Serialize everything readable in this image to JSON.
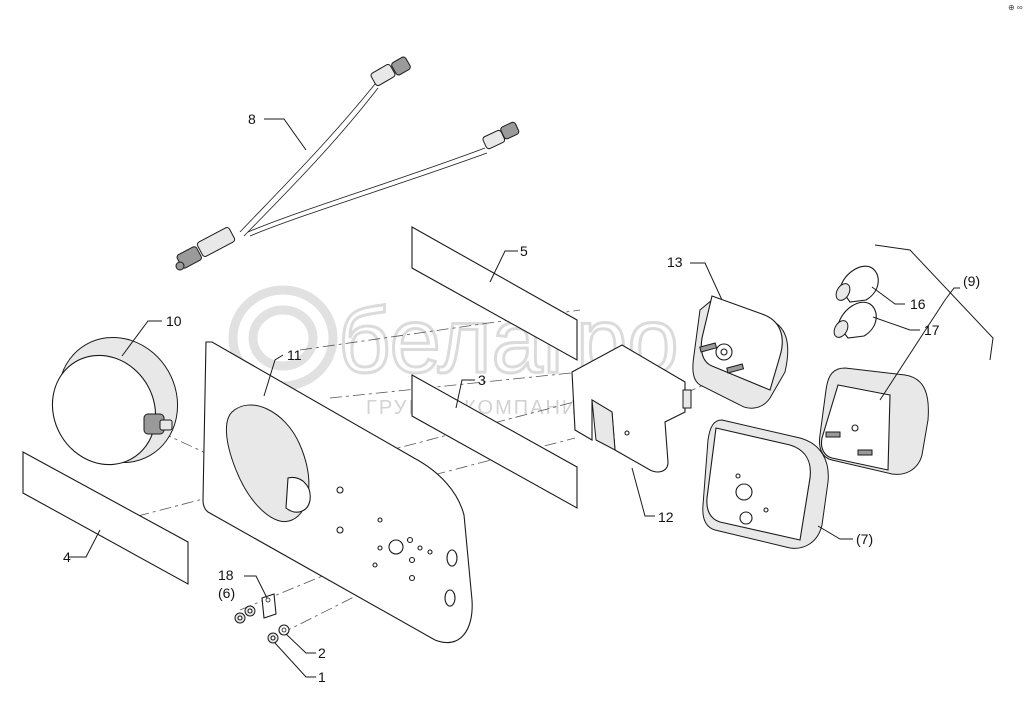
{
  "corner_mark": "⊕ ∞",
  "watermark": {
    "brand": "белагро",
    "subtitle": "ГРУППА КОМПАНИЙ"
  },
  "labels": {
    "l1": "1",
    "l2": "2",
    "l3": "3",
    "l4": "4",
    "l5": "5",
    "l6": "(6)",
    "l7": "(7)",
    "l8": "8",
    "l9": "(9)",
    "l10": "10",
    "l11": "11",
    "l12": "12",
    "l13": "13",
    "l16": "16",
    "l17": "17",
    "l18": "18"
  }
}
